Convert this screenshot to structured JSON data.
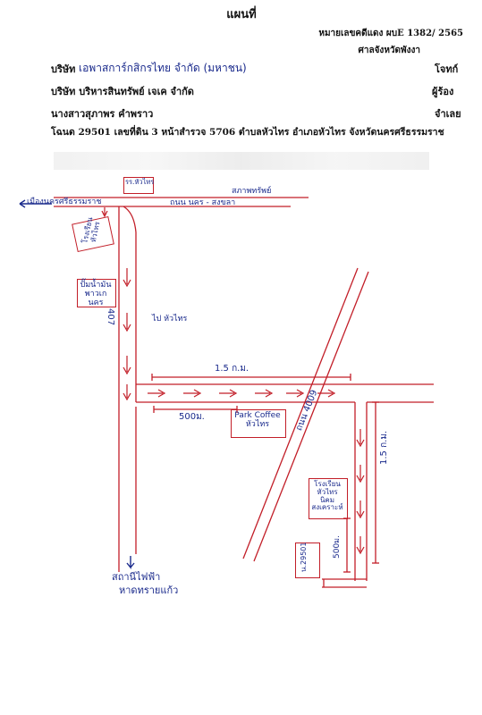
{
  "header": {
    "title": "แผนที่",
    "case_no": "หมายเลขคดีแดง ผบE 1382/ 2565",
    "court": "ศาลจังหวัดพังงา"
  },
  "parties": {
    "plaintiff_prefix": "บริษัท",
    "plaintiff_name": "เอพาสการ์กสิกรไทย จำกัด (มหาชน)",
    "plaintiff_role": "โจทก์",
    "petitioner": "บริษัท บริหารสินทรัพย์ เจเค จำกัด",
    "petitioner_role": "ผู้ร้อง",
    "defendant": "นางสาวสุภาพร คำพราว",
    "defendant_role": "จำเลย"
  },
  "deed_line": "โฉนด 29501   เลขที่ดิน 3  หน้าสำรวจ 5706    ตำบลหัวไทร   อำเภอหัวไทร  จังหวัดนครศรีธรรมราช",
  "map_labels": {
    "top_box": "รร.หัวไทร",
    "sapha": "สภาพทรัพย์",
    "to_city": "เมืองนครศรีธรรมราช",
    "road_nakhon": "ถนน นคร - สงขลา",
    "left_tilted_box": "โรงเรียน หัวไทร",
    "gas_box": "ปั๊มน้ำมัน พาวเกนคร",
    "road_407": "407",
    "sign_right": "ไป หัวไทร",
    "dist_top": "1.5 ก.ม.",
    "dist_500": "500ม.",
    "park_coffee": "Park Coffee หัวไทร",
    "road_4009": "ถนน 4009",
    "right_box": "โรงเรียน หัวไทร นิคมสงเคราะห์",
    "dist_right": "1.5 ก.ม.",
    "dist_500_v": "500ม.",
    "plot_box": "น.29501",
    "bottom_dest_1": "สถานีไฟฟ้า",
    "bottom_dest_2": "หาดทรายแก้ว"
  }
}
